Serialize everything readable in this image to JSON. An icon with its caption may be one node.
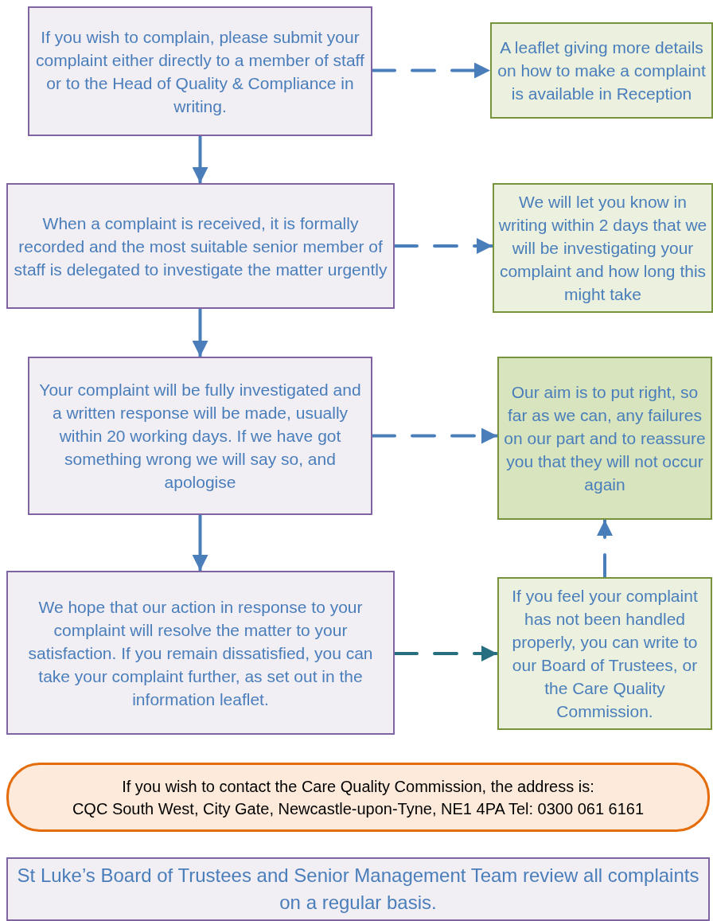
{
  "diagram": {
    "nodes": [
      {
        "text": [
          "If you wish to complain, please submit your complaint either directly to a member of staff or to the Head of Quality & Compliance in writing."
        ]
      },
      {
        "text": [
          "A leaflet giving more details on how to make a complaint is available in Reception"
        ]
      },
      {
        "text": [
          "When a complaint is received, it is formally recorded and the most suitable senior member of staff is delegated to investigate the matter urgently"
        ]
      },
      {
        "text": [
          "We will let you know in writing within 2 days that we will be investigating your complaint and how long this might take"
        ]
      },
      {
        "text": [
          "Your complaint will be fully investigated and a written response will be made, usually within 20 working days. If we have got something wrong we will say so, and apologise"
        ]
      },
      {
        "text": [
          "Our aim is to put right, so far as we can, any failures on our part and to reassure you that they will not occur again"
        ]
      },
      {
        "text": [
          "We hope that our action in response to your complaint will resolve the matter to your satisfaction. If you remain dissatisfied, you can take your complaint further, as set out in the information leaflet."
        ]
      },
      {
        "text": [
          "If you feel your complaint has not been handled properly, you can write to our Board of Trustees, or the Care Quality Commission."
        ]
      },
      {
        "text": [
          "If you wish to contact the Care Quality Commission, the address is:",
          "CQC South West, City Gate, Newcastle-upon-Tyne, NE1 4PA  Tel: 0300 061 6161"
        ]
      },
      {
        "text": [
          "St Luke’s Board of Trustees and Senior Management Team review all complaints on a regular basis."
        ]
      }
    ],
    "edges": [
      {
        "from": 0,
        "to": 1,
        "arrow": "to",
        "style": "dashed"
      },
      {
        "from": 0,
        "to": 2,
        "arrow": "to"
      },
      {
        "from": 2,
        "to": 3,
        "arrow": "to",
        "style": "dashed"
      },
      {
        "from": 2,
        "to": 4,
        "arrow": "to"
      },
      {
        "from": 4,
        "to": 5,
        "arrow": "to",
        "style": "dashed"
      },
      {
        "from": 4,
        "to": 6,
        "arrow": "to"
      },
      {
        "from": 6,
        "to": 7,
        "arrow": "to",
        "style": "dashed",
        "color": "#276f80"
      },
      {
        "from": 7,
        "to": 5,
        "arrow": "to",
        "style": "dashed"
      }
    ]
  }
}
